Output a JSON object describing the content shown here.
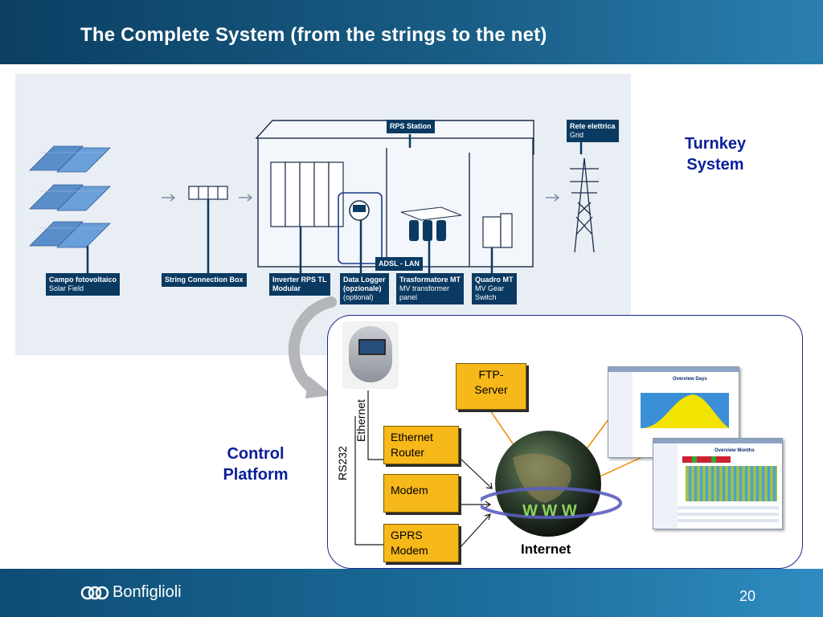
{
  "header": {
    "title": "The Complete System (from the strings to the net)"
  },
  "plant": {
    "labels": {
      "rps_station": "RPS Station",
      "grid_title": "Rete elettrica",
      "grid_sub": "Grid",
      "adsl": "ADSL - LAN",
      "solar_title": "Campo fotovoltaico",
      "solar_sub": "Solar Field",
      "string_box": "String Connection Box",
      "inverter_line1": "Inverter RPS TL",
      "inverter_line2": "Modular",
      "logger_line1": "Data Logger",
      "logger_line2": "(opzionale)",
      "logger_line3": "(optional)",
      "trafo_line1": "Trasformatore MT",
      "trafo_line2": "MV transformer",
      "trafo_line3": "panel",
      "quadro_line1": "Quadro MT",
      "quadro_line2": "MV Gear",
      "quadro_line3": "Switch"
    }
  },
  "turnkey": {
    "line1": "Turnkey",
    "line2": "System"
  },
  "control": {
    "line1": "Control",
    "line2": "Platform"
  },
  "platform": {
    "ftp_line1": "FTP-",
    "ftp_line2": "Server",
    "router_line1": "Ethernet",
    "router_line2": "Router",
    "modem": "Modem",
    "gprs_line1": "GPRS",
    "gprs_line2": "Modem",
    "ethernet_vertical": "Ethernet",
    "rs232_vertical": "RS232",
    "internet": "Internet",
    "www": "W W W"
  },
  "screens": {
    "days_title": "Overview Days",
    "months_title": "Overview Months"
  },
  "footer": {
    "brand": "Bonfiglioli",
    "page": "20"
  },
  "colors": {
    "title_blue": "#0b1e9c",
    "label_navy": "#0a3a62",
    "box_orange": "#f7b81a",
    "arrow_orange": "#f08a00"
  }
}
